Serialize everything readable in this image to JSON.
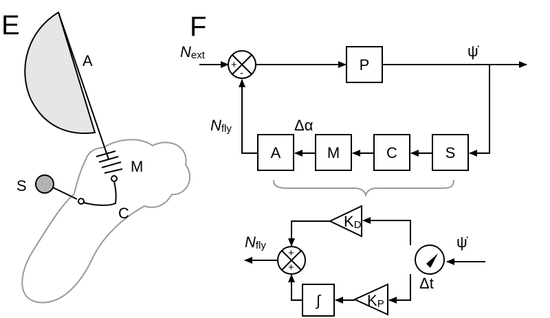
{
  "panel_e": {
    "label": "E",
    "wing_label": "A",
    "muscle_label": "M",
    "sensor_label": "S",
    "circuit_label": "C"
  },
  "panel_f": {
    "label": "F",
    "n_ext": {
      "main": "N",
      "sub": "ext"
    },
    "n_fly": {
      "main": "N",
      "sub": "fly"
    },
    "psi_dot": "ψ̇",
    "delta_alpha": "Δα",
    "plant_block": "P",
    "loop_blocks": [
      "A",
      "M",
      "C",
      "S"
    ],
    "sum_top": {
      "plus": "+",
      "minus": "-"
    },
    "controller": {
      "kd": {
        "main": "K",
        "sub": "D"
      },
      "kp": {
        "main": "K",
        "sub": "P"
      },
      "integrator": "∫",
      "delay": "Δt",
      "n_fly": {
        "main": "N",
        "sub": "fly"
      },
      "psi_dot": "ψ̇",
      "sum_signs": [
        "+",
        "+"
      ]
    }
  }
}
